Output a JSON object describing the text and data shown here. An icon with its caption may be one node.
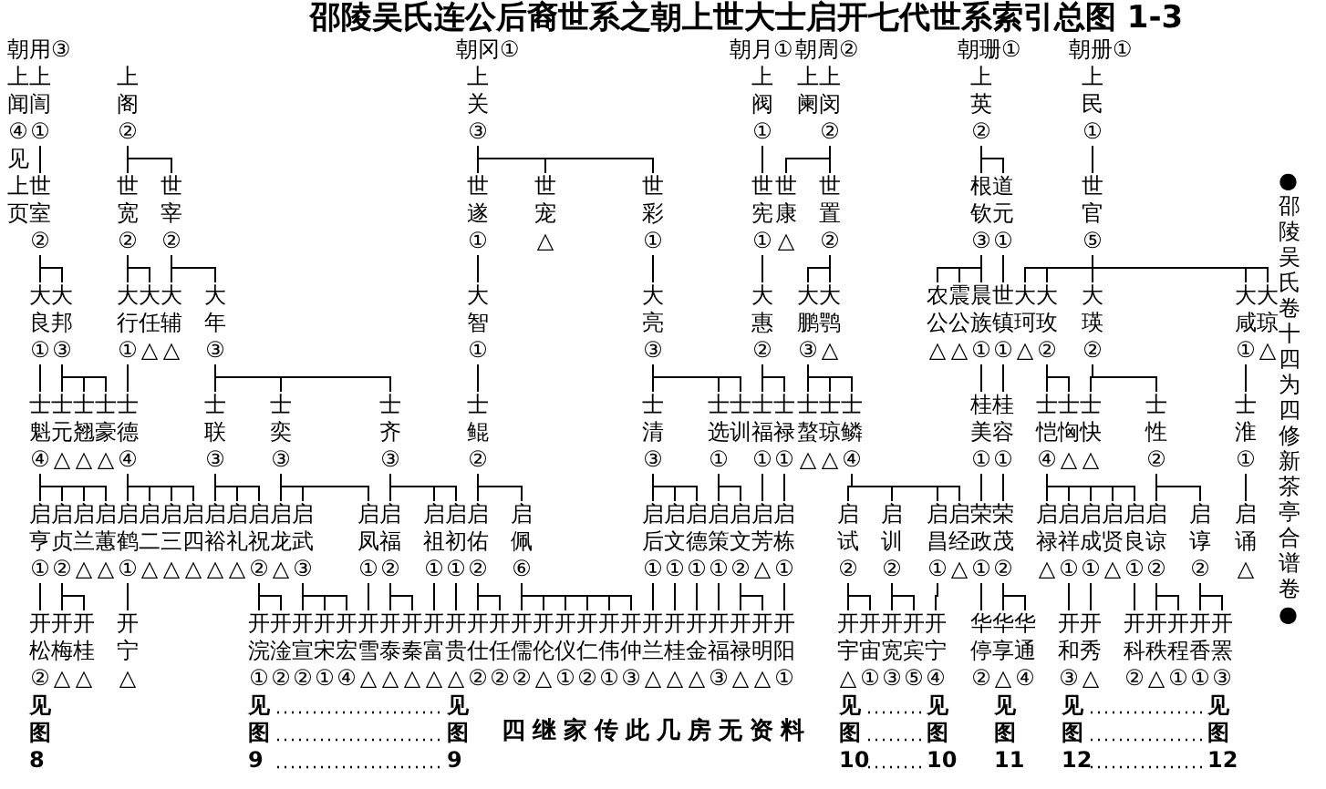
{
  "diagram": {
    "title": "邵陵吴氏连公后裔世系之朝上世大士启开七代世系索引总图 1-3",
    "nodes": [
      {
        "text": [
          "朝用",
          "③"
        ]
      },
      {
        "text": [
          "朝冈",
          "①"
        ]
      },
      {
        "text": [
          "朝月",
          "①"
        ]
      },
      {
        "text": [
          "朝周",
          "②"
        ]
      },
      {
        "text": [
          "朝珊",
          "①"
        ]
      },
      {
        "text": [
          "朝册",
          "①"
        ]
      },
      {
        "text": [
          "上闻",
          "④"
        ],
        "beside": [
          "见上页"
        ]
      },
      {
        "text": [
          "上訚",
          "①"
        ]
      },
      {
        "text": [
          "上阁",
          "②"
        ]
      },
      {
        "text": [
          "上关",
          "③"
        ]
      },
      {
        "text": [
          "上阀",
          "①"
        ]
      },
      {
        "text": [
          "上阑"
        ]
      },
      {
        "text": [
          "上闵",
          "②"
        ]
      },
      {
        "text": [
          "上英",
          "②"
        ]
      },
      {
        "text": [
          "上民",
          "①"
        ]
      },
      {
        "text": [
          "世室",
          "②"
        ]
      },
      {
        "text": [
          "世宽",
          "②"
        ]
      },
      {
        "text": [
          "世宰",
          "②"
        ]
      },
      {
        "text": [
          "世遂",
          "①"
        ]
      },
      {
        "text": [
          "世宠",
          "△"
        ]
      },
      {
        "text": [
          "世彩",
          "①"
        ]
      },
      {
        "text": [
          "世宪",
          "①"
        ]
      },
      {
        "text": [
          "世康",
          "△"
        ]
      },
      {
        "text": [
          "世置",
          "②"
        ]
      },
      {
        "text": [
          "根钦",
          "③"
        ]
      },
      {
        "text": [
          "道元",
          "①"
        ]
      },
      {
        "text": [
          "世官",
          "⑤"
        ]
      },
      {
        "text": [
          "大良",
          "①"
        ]
      },
      {
        "text": [
          "大邦",
          "③"
        ]
      },
      {
        "text": [
          "大行",
          "①"
        ]
      },
      {
        "text": [
          "大任",
          "△"
        ]
      },
      {
        "text": [
          "大辅",
          "△"
        ]
      },
      {
        "text": [
          "大年",
          "③"
        ]
      },
      {
        "text": [
          "大智",
          "①"
        ]
      },
      {
        "text": [
          "大亮",
          "③"
        ]
      },
      {
        "text": [
          "大惠",
          "②"
        ]
      },
      {
        "text": [
          "大鹏",
          "③"
        ]
      },
      {
        "text": [
          "大鹗",
          "△"
        ]
      },
      {
        "text": [
          "农公",
          "△"
        ]
      },
      {
        "text": [
          "震公",
          "△"
        ]
      },
      {
        "text": [
          "晨族",
          "①"
        ]
      },
      {
        "text": [
          "世镇",
          "①"
        ]
      },
      {
        "text": [
          "大珂",
          "△"
        ]
      },
      {
        "text": [
          "大玫",
          "②"
        ]
      },
      {
        "text": [
          "大瑛",
          "②"
        ]
      },
      {
        "text": [
          "大咸",
          "①"
        ]
      },
      {
        "text": [
          "大琼",
          "△"
        ]
      },
      {
        "text": [
          "士魁",
          "④"
        ]
      },
      {
        "text": [
          "士元",
          "△"
        ]
      },
      {
        "text": [
          "士翘",
          "△"
        ]
      },
      {
        "text": [
          "士豪",
          "△"
        ]
      },
      {
        "text": [
          "士德",
          "④"
        ]
      },
      {
        "text": [
          "士联",
          "③"
        ]
      },
      {
        "text": [
          "士奕",
          "③"
        ]
      },
      {
        "text": [
          "士齐",
          "③"
        ]
      },
      {
        "text": [
          "士鲲",
          "②"
        ]
      },
      {
        "text": [
          "士清",
          "③"
        ]
      },
      {
        "text": [
          "士选",
          "①"
        ]
      },
      {
        "text": [
          "士训"
        ]
      },
      {
        "text": [
          "士福",
          "①"
        ]
      },
      {
        "text": [
          "士禄",
          "①"
        ]
      },
      {
        "text": [
          "士螯",
          "△"
        ]
      },
      {
        "text": [
          "士琼",
          "△"
        ]
      },
      {
        "text": [
          "士鳞",
          "④"
        ]
      },
      {
        "text": [
          "桂美",
          "①"
        ]
      },
      {
        "text": [
          "桂容",
          "①"
        ]
      },
      {
        "text": [
          "士恺",
          "④"
        ]
      },
      {
        "text": [
          "士恟",
          "△"
        ]
      },
      {
        "text": [
          "士快",
          "△"
        ]
      },
      {
        "text": [
          "士性",
          "②"
        ]
      },
      {
        "text": [
          "士淮",
          "①"
        ]
      },
      {
        "text": [
          "启亨",
          "①"
        ]
      },
      {
        "text": [
          "启贞",
          "②"
        ]
      },
      {
        "text": [
          "启兰",
          "△"
        ]
      },
      {
        "text": [
          "启蕙",
          "△"
        ]
      },
      {
        "text": [
          "启鹤",
          "①"
        ]
      },
      {
        "text": [
          "启二",
          "△"
        ]
      },
      {
        "text": [
          "启三",
          "△"
        ]
      },
      {
        "text": [
          "启四",
          "△"
        ]
      },
      {
        "text": [
          "启裕",
          "△"
        ]
      },
      {
        "text": [
          "启礼",
          "△"
        ]
      },
      {
        "text": [
          "启祝",
          "②"
        ]
      },
      {
        "text": [
          "启龙",
          "△"
        ]
      },
      {
        "text": [
          "启武",
          "③"
        ]
      },
      {
        "text": [
          "启凤",
          "①"
        ]
      },
      {
        "text": [
          "启福",
          "②"
        ]
      },
      {
        "text": [
          "启祖",
          "①"
        ]
      },
      {
        "text": [
          "启初",
          "①"
        ]
      },
      {
        "text": [
          "启佑",
          "②"
        ]
      },
      {
        "text": [
          "启佩",
          "⑥"
        ]
      },
      {
        "text": [
          "启后",
          "①"
        ]
      },
      {
        "text": [
          "启文",
          "①"
        ]
      },
      {
        "text": [
          "启德",
          "①"
        ]
      },
      {
        "text": [
          "启策",
          "①"
        ]
      },
      {
        "text": [
          "启文",
          "②"
        ]
      },
      {
        "text": [
          "启芳",
          "△"
        ]
      },
      {
        "text": [
          "启栋",
          "①"
        ]
      },
      {
        "text": [
          "启试",
          "②"
        ]
      },
      {
        "text": [
          "启训",
          "②"
        ]
      },
      {
        "text": [
          "启昌",
          "①"
        ]
      },
      {
        "text": [
          "启经",
          "△"
        ]
      },
      {
        "text": [
          "荣政",
          "①"
        ]
      },
      {
        "text": [
          "荣茂",
          "②"
        ]
      },
      {
        "text": [
          "启禄",
          "△"
        ]
      },
      {
        "text": [
          "启祥",
          "①"
        ]
      },
      {
        "text": [
          "启成",
          "①"
        ]
      },
      {
        "text": [
          "启贤",
          "△"
        ]
      },
      {
        "text": [
          "启良",
          "①"
        ]
      },
      {
        "text": [
          "启谅",
          "②"
        ]
      },
      {
        "text": [
          "启谆",
          "②"
        ]
      },
      {
        "text": [
          "启诵",
          "△"
        ]
      },
      {
        "text": [
          "开松",
          "②"
        ]
      },
      {
        "text": [
          "开梅",
          "△"
        ]
      },
      {
        "text": [
          "开桂",
          "△"
        ]
      },
      {
        "text": [
          "开宁",
          "△"
        ]
      },
      {
        "text": [
          "开浣",
          "①"
        ]
      },
      {
        "text": [
          "开淦",
          "②"
        ]
      },
      {
        "text": [
          "开宣",
          "②"
        ]
      },
      {
        "text": [
          "开宋",
          "①"
        ]
      },
      {
        "text": [
          "开宏",
          "④"
        ]
      },
      {
        "text": [
          "开雪",
          "△"
        ]
      },
      {
        "text": [
          "开泰",
          "△"
        ]
      },
      {
        "text": [
          "开秦",
          "△"
        ]
      },
      {
        "text": [
          "开富",
          "△"
        ]
      },
      {
        "text": [
          "开贵",
          "△"
        ]
      },
      {
        "text": [
          "开仕",
          "②"
        ]
      },
      {
        "text": [
          "开任",
          "②"
        ]
      },
      {
        "text": [
          "开儒",
          "②"
        ]
      },
      {
        "text": [
          "开伦",
          "△"
        ]
      },
      {
        "text": [
          "开仪",
          "①"
        ]
      },
      {
        "text": [
          "开仁",
          "②"
        ]
      },
      {
        "text": [
          "开伟",
          "①"
        ]
      },
      {
        "text": [
          "开仲",
          "③"
        ]
      },
      {
        "text": [
          "开兰",
          "△"
        ]
      },
      {
        "text": [
          "开桂",
          "△"
        ]
      },
      {
        "text": [
          "开金",
          "△"
        ]
      },
      {
        "text": [
          "开福",
          "③"
        ]
      },
      {
        "text": [
          "开禄",
          "△"
        ]
      },
      {
        "text": [
          "开明",
          "△"
        ]
      },
      {
        "text": [
          "开阳",
          "①"
        ]
      },
      {
        "text": [
          "开宇",
          "△"
        ]
      },
      {
        "text": [
          "开宙",
          "①"
        ]
      },
      {
        "text": [
          "开宽",
          "③"
        ]
      },
      {
        "text": [
          "开宾",
          "⑤"
        ]
      },
      {
        "text": [
          "开宁",
          "④"
        ]
      },
      {
        "text": [
          "华停",
          "②"
        ]
      },
      {
        "text": [
          "华享",
          "△"
        ]
      },
      {
        "text": [
          "华通",
          "④"
        ]
      },
      {
        "text": [
          "开和",
          "③"
        ]
      },
      {
        "text": [
          "开秀",
          "△"
        ]
      },
      {
        "text": [
          "开科",
          "②"
        ]
      },
      {
        "text": [
          "开秩",
          "△"
        ]
      },
      {
        "text": [
          "开程",
          "①"
        ]
      },
      {
        "text": [
          "开香",
          "①"
        ]
      },
      {
        "text": [
          "开罴",
          "③"
        ]
      },
      {
        "text": [
          "见图9"
        ]
      },
      {
        "text": [
          "见图9"
        ]
      },
      {
        "text": [
          "见图10"
        ]
      },
      {
        "text": [
          "见图10"
        ]
      },
      {
        "text": [
          "见图12"
        ]
      },
      {
        "text": [
          "见图12"
        ]
      }
    ],
    "edges": [
      {
        "from": 7,
        "to": 15,
        "arrow": "none"
      },
      {
        "from": 8,
        "to": 16,
        "arrow": "none"
      },
      {
        "from": 8,
        "to": 17,
        "arrow": "none"
      },
      {
        "from": 9,
        "to": 18,
        "arrow": "none"
      },
      {
        "from": 9,
        "to": 19,
        "arrow": "none"
      },
      {
        "from": 9,
        "to": 20,
        "arrow": "none"
      },
      {
        "from": 10,
        "to": 21,
        "arrow": "none"
      },
      {
        "from": 12,
        "to": 22,
        "arrow": "none"
      },
      {
        "from": 12,
        "to": 23,
        "arrow": "none"
      },
      {
        "from": 13,
        "to": 24,
        "arrow": "none"
      },
      {
        "from": 13,
        "to": 25,
        "arrow": "none"
      },
      {
        "from": 14,
        "to": 26,
        "arrow": "none"
      },
      {
        "from": 15,
        "to": 27,
        "arrow": "none"
      },
      {
        "from": 15,
        "to": 28,
        "arrow": "none"
      },
      {
        "from": 16,
        "to": 29,
        "arrow": "none"
      },
      {
        "from": 16,
        "to": 30,
        "arrow": "none"
      },
      {
        "from": 17,
        "to": 31,
        "arrow": "none"
      },
      {
        "from": 17,
        "to": 32,
        "arrow": "none"
      },
      {
        "from": 18,
        "to": 33,
        "arrow": "none"
      },
      {
        "from": 20,
        "to": 34,
        "arrow": "none"
      },
      {
        "from": 21,
        "to": 35,
        "arrow": "none"
      },
      {
        "from": 23,
        "to": 36,
        "arrow": "none"
      },
      {
        "from": 23,
        "to": 37,
        "arrow": "none"
      },
      {
        "from": 24,
        "to": 38,
        "arrow": "none"
      },
      {
        "from": 24,
        "to": 39,
        "arrow": "none"
      },
      {
        "from": 24,
        "to": 40,
        "arrow": "none"
      },
      {
        "from": 25,
        "to": 41,
        "arrow": "none"
      },
      {
        "from": 26,
        "to": 42,
        "arrow": "none"
      },
      {
        "from": 26,
        "to": 43,
        "arrow": "none"
      },
      {
        "from": 26,
        "to": 44,
        "arrow": "none"
      },
      {
        "from": 26,
        "to": 45,
        "arrow": "none"
      },
      {
        "from": 26,
        "to": 46,
        "arrow": "none"
      },
      {
        "from": 27,
        "to": 47,
        "arrow": "none"
      },
      {
        "from": 28,
        "to": 48,
        "arrow": "none"
      },
      {
        "from": 28,
        "to": 49,
        "arrow": "none"
      },
      {
        "from": 28,
        "to": 50,
        "arrow": "none"
      },
      {
        "from": 29,
        "to": 51,
        "arrow": "none"
      },
      {
        "from": 32,
        "to": 52,
        "arrow": "none"
      },
      {
        "from": 32,
        "to": 53,
        "arrow": "none"
      },
      {
        "from": 32,
        "to": 54,
        "arrow": "none"
      },
      {
        "from": 33,
        "to": 55,
        "arrow": "none"
      },
      {
        "from": 34,
        "to": 56,
        "arrow": "none"
      },
      {
        "from": 34,
        "to": 57,
        "arrow": "none"
      },
      {
        "from": 34,
        "to": 58,
        "arrow": "none"
      },
      {
        "from": 35,
        "to": 59,
        "arrow": "none"
      },
      {
        "from": 35,
        "to": 60,
        "arrow": "none"
      },
      {
        "from": 36,
        "to": 61,
        "arrow": "none"
      },
      {
        "from": 36,
        "to": 62,
        "arrow": "none"
      },
      {
        "from": 36,
        "to": 63,
        "arrow": "none"
      },
      {
        "from": 40,
        "to": 64,
        "arrow": "none"
      },
      {
        "from": 41,
        "to": 65,
        "arrow": "none"
      },
      {
        "from": 43,
        "to": 66,
        "arrow": "none"
      },
      {
        "from": 43,
        "to": 67,
        "arrow": "none"
      },
      {
        "from": 44,
        "to": 68,
        "arrow": "none"
      },
      {
        "from": 44,
        "to": 69,
        "arrow": "none"
      },
      {
        "from": 45,
        "to": 70,
        "arrow": "none"
      },
      {
        "from": 47,
        "to": 71,
        "arrow": "none"
      },
      {
        "from": 47,
        "to": 72,
        "arrow": "none"
      },
      {
        "from": 47,
        "to": 73,
        "arrow": "none"
      },
      {
        "from": 47,
        "to": 74,
        "arrow": "none"
      },
      {
        "from": 51,
        "to": 75,
        "arrow": "none"
      },
      {
        "from": 51,
        "to": 76,
        "arrow": "none"
      },
      {
        "from": 51,
        "to": 77,
        "arrow": "none"
      },
      {
        "from": 51,
        "to": 78,
        "arrow": "none"
      },
      {
        "from": 52,
        "to": 79,
        "arrow": "none"
      },
      {
        "from": 52,
        "to": 80,
        "arrow": "none"
      },
      {
        "from": 52,
        "to": 81,
        "arrow": "none"
      },
      {
        "from": 53,
        "to": 82,
        "arrow": "none"
      },
      {
        "from": 53,
        "to": 83,
        "arrow": "none"
      },
      {
        "from": 53,
        "to": 84,
        "arrow": "none"
      },
      {
        "from": 54,
        "to": 85,
        "arrow": "none"
      },
      {
        "from": 54,
        "to": 86,
        "arrow": "none"
      },
      {
        "from": 54,
        "to": 87,
        "arrow": "none"
      },
      {
        "from": 55,
        "to": 88,
        "arrow": "none"
      },
      {
        "from": 55,
        "to": 89,
        "arrow": "none"
      },
      {
        "from": 56,
        "to": 90,
        "arrow": "none"
      },
      {
        "from": 56,
        "to": 91,
        "arrow": "none"
      },
      {
        "from": 56,
        "to": 92,
        "arrow": "none"
      },
      {
        "from": 57,
        "to": 93,
        "arrow": "none"
      },
      {
        "from": 57,
        "to": 94,
        "arrow": "none"
      },
      {
        "from": 59,
        "to": 95,
        "arrow": "none"
      },
      {
        "from": 60,
        "to": 96,
        "arrow": "none"
      },
      {
        "from": 63,
        "to": 97,
        "arrow": "none"
      },
      {
        "from": 63,
        "to": 98,
        "arrow": "none"
      },
      {
        "from": 63,
        "to": 99,
        "arrow": "none"
      },
      {
        "from": 63,
        "to": 100,
        "arrow": "none"
      },
      {
        "from": 64,
        "to": 101,
        "arrow": "none"
      },
      {
        "from": 65,
        "to": 102,
        "arrow": "none"
      },
      {
        "from": 66,
        "to": 103,
        "arrow": "none"
      },
      {
        "from": 66,
        "to": 104,
        "arrow": "none"
      },
      {
        "from": 66,
        "to": 105,
        "arrow": "none"
      },
      {
        "from": 66,
        "to": 106,
        "arrow": "none"
      },
      {
        "from": 66,
        "to": 107,
        "arrow": "none"
      },
      {
        "from": 69,
        "to": 108,
        "arrow": "none"
      },
      {
        "from": 69,
        "to": 109,
        "arrow": "none"
      },
      {
        "from": 70,
        "to": 110,
        "arrow": "none"
      },
      {
        "from": 71,
        "to": 111,
        "arrow": "none"
      },
      {
        "from": 72,
        "to": 112,
        "arrow": "none"
      },
      {
        "from": 72,
        "to": 113,
        "arrow": "none"
      },
      {
        "from": 75,
        "to": 114,
        "arrow": "none"
      },
      {
        "from": 81,
        "to": 115,
        "arrow": "none"
      },
      {
        "from": 81,
        "to": 116,
        "arrow": "none"
      },
      {
        "from": 83,
        "to": 117,
        "arrow": "none"
      },
      {
        "from": 83,
        "to": 118,
        "arrow": "none"
      },
      {
        "from": 83,
        "to": 119,
        "arrow": "none"
      },
      {
        "from": 84,
        "to": 120,
        "arrow": "none"
      },
      {
        "from": 85,
        "to": 121,
        "arrow": "none"
      },
      {
        "from": 85,
        "to": 122,
        "arrow": "none"
      },
      {
        "from": 86,
        "to": 123,
        "arrow": "none"
      },
      {
        "from": 87,
        "to": 124,
        "arrow": "none"
      },
      {
        "from": 88,
        "to": 125,
        "arrow": "none"
      },
      {
        "from": 88,
        "to": 126,
        "arrow": "none"
      },
      {
        "from": 89,
        "to": 127,
        "arrow": "none"
      },
      {
        "from": 89,
        "to": 128,
        "arrow": "none"
      },
      {
        "from": 89,
        "to": 129,
        "arrow": "none"
      },
      {
        "from": 89,
        "to": 130,
        "arrow": "none"
      },
      {
        "from": 89,
        "to": 131,
        "arrow": "none"
      },
      {
        "from": 89,
        "to": 132,
        "arrow": "none"
      },
      {
        "from": 90,
        "to": 133,
        "arrow": "none"
      },
      {
        "from": 91,
        "to": 134,
        "arrow": "none"
      },
      {
        "from": 92,
        "to": 135,
        "arrow": "none"
      },
      {
        "from": 93,
        "to": 136,
        "arrow": "none"
      },
      {
        "from": 94,
        "to": 137,
        "arrow": "none"
      },
      {
        "from": 94,
        "to": 138,
        "arrow": "none"
      },
      {
        "from": 96,
        "to": 139,
        "arrow": "none"
      },
      {
        "from": 97,
        "to": 140,
        "arrow": "none"
      },
      {
        "from": 97,
        "to": 141,
        "arrow": "none"
      },
      {
        "from": 98,
        "to": 142,
        "arrow": "none"
      },
      {
        "from": 98,
        "to": 143,
        "arrow": "none"
      },
      {
        "from": 99,
        "to": 144,
        "arrow": "none"
      },
      {
        "from": 101,
        "to": 145,
        "arrow": "none"
      },
      {
        "from": 102,
        "to": 146,
        "arrow": "none"
      },
      {
        "from": 102,
        "to": 147,
        "arrow": "none"
      },
      {
        "from": 104,
        "to": 148,
        "arrow": "none"
      },
      {
        "from": 105,
        "to": 149,
        "arrow": "none"
      },
      {
        "from": 107,
        "to": 150,
        "arrow": "none"
      },
      {
        "from": 108,
        "to": 151,
        "arrow": "none"
      },
      {
        "from": 108,
        "to": 152,
        "arrow": "none"
      },
      {
        "from": 109,
        "to": 153,
        "arrow": "none"
      },
      {
        "from": 109,
        "to": 154,
        "arrow": "none"
      },
      {
        "from": 155,
        "to": 156,
        "arrow": "none",
        "style": "dashed"
      },
      {
        "from": 157,
        "to": 158,
        "arrow": "none",
        "style": "dashed"
      },
      {
        "from": 159,
        "to": 160,
        "arrow": "none",
        "style": "dashed"
      }
    ],
    "labels": [
      "●邵陵吴氏卷十四为四修新茶亭合谱卷●",
      "见图8",
      "四继家传此几房无资料",
      "见图11"
    ]
  }
}
